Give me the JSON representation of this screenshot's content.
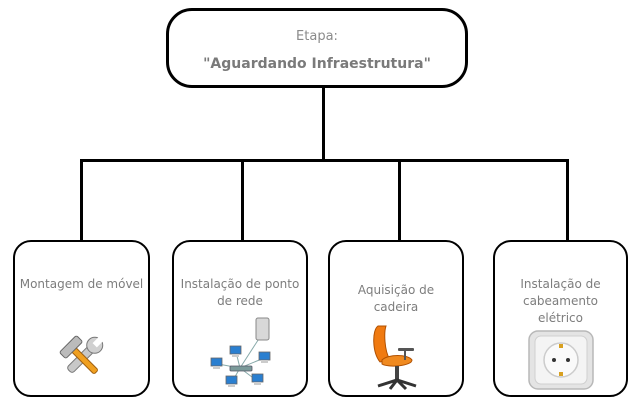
{
  "root": {
    "label": "Etapa:",
    "title": "\"Aguardando Infraestrutura\""
  },
  "children": [
    {
      "label": "Montagem de móvel",
      "icon": "tools-icon"
    },
    {
      "label": "Instalação de ponto de rede",
      "icon": "network-icon"
    },
    {
      "label": "Aquisição de cadeira",
      "icon": "office-chair-icon"
    },
    {
      "label": "Instalação de cabeamento elétrico",
      "icon": "power-outlet-icon"
    }
  ],
  "colors": {
    "line": "#000000",
    "text": "#808080",
    "tool_handle": "#f0a020",
    "chair": "#f07a10",
    "network_screen": "#2a7fd0"
  }
}
